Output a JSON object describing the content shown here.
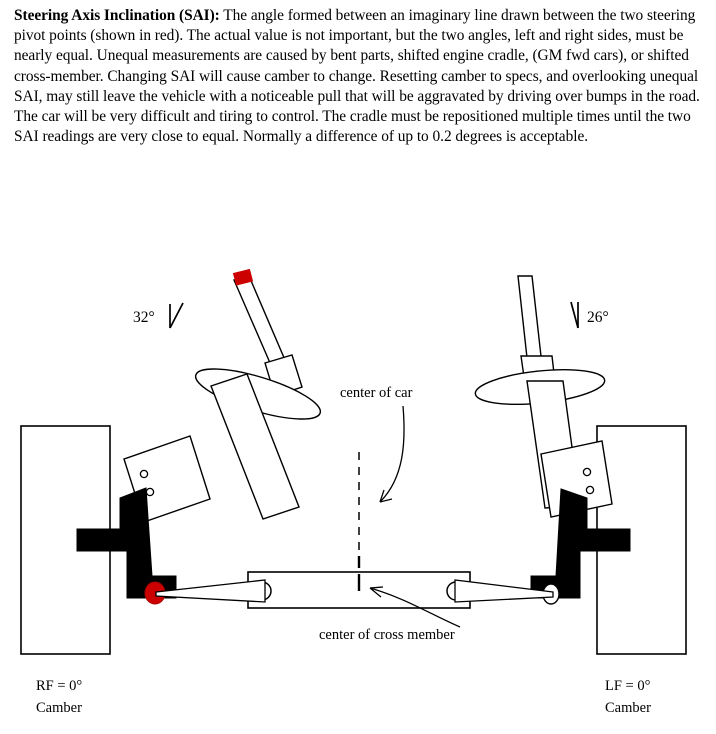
{
  "document": {
    "title": "Steering Axis Inclination (SAI)"
  },
  "description": {
    "term": "Steering Axis Inclination (SAI):",
    "body": " The angle formed between an imaginary line drawn between the two steering pivot points (shown in red).  The actual value is not important, but the two angles, left and right sides, must be nearly equal.  Unequal measurements are caused by bent parts, shifted engine cradle, (GM fwd cars), or shifted cross-member.  Changing SAI will cause camber to change.  Resetting camber to specs, and overlooking unequal SAI, may still leave the vehicle with a noticeable pull that will be aggravated by driving over bumps in the road.  The car will be very difficult and tiring to control.  The cradle must be repositioned multiple times until the two SAI readings are very close to equal.  Normally a difference of up to 0.2 degrees is acceptable."
  },
  "diagram": {
    "left_angle_label": "32°",
    "right_angle_label": "26°",
    "center_of_car_label": "center of car",
    "center_of_cross_member_label": "center of cross member",
    "left_wheel_label_line1": "RF = 0°",
    "left_wheel_label_line2": "Camber",
    "right_wheel_label_line1": "LF = 0°",
    "right_wheel_label_line2": "Camber",
    "colors": {
      "pivot_red": "#cc0000",
      "strut_tip_red": "#cc0000",
      "knuckle_black": "#000000",
      "outline_black": "#000000",
      "background_white": "#ffffff"
    },
    "measurements": {
      "left_sai_degrees": 32,
      "right_sai_degrees": 26,
      "left_camber_degrees": 0,
      "right_camber_degrees": 0,
      "acceptable_sai_difference_degrees": 0.2
    }
  }
}
